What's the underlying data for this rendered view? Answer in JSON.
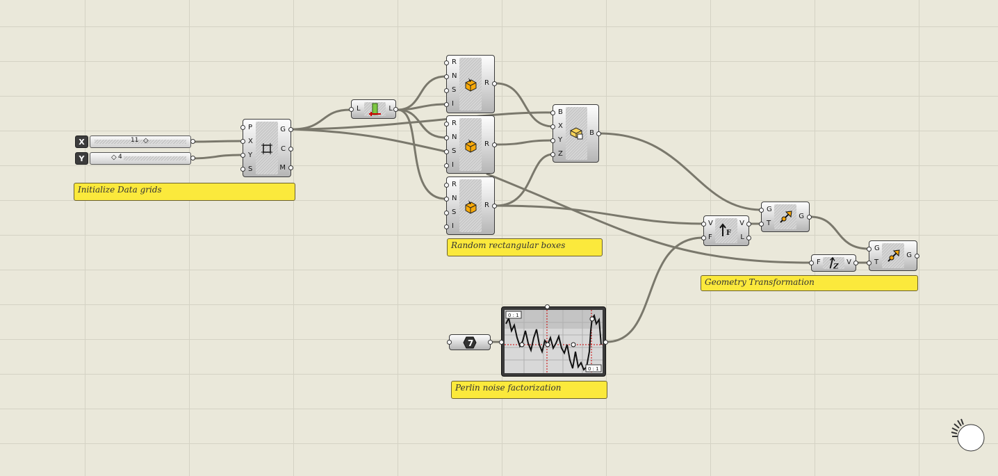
{
  "sliders": [
    {
      "tag": "X",
      "value": "11"
    },
    {
      "tag": "Y",
      "value": "4"
    }
  ],
  "grid_component": {
    "inputs": [
      "P",
      "X",
      "Y",
      "S"
    ],
    "outputs": [
      "G",
      "C",
      "M"
    ]
  },
  "list_length_component": {
    "input": "L",
    "output": "L"
  },
  "random_components": [
    {
      "inputs": [
        "R",
        "N",
        "S",
        "I"
      ],
      "output": "R"
    },
    {
      "inputs": [
        "R",
        "N",
        "S",
        "I"
      ],
      "output": "R"
    },
    {
      "inputs": [
        "R",
        "N",
        "S",
        "I"
      ],
      "output": "R"
    }
  ],
  "box_component": {
    "inputs": [
      "B",
      "X",
      "Y",
      "Z"
    ],
    "output": "B"
  },
  "factor_component": {
    "inputs": [
      "V",
      "F"
    ],
    "outputs": [
      "V",
      "L"
    ]
  },
  "z_vector_component": {
    "input": "F",
    "output": "V"
  },
  "move_components": [
    {
      "inputs": [
        "G",
        "T"
      ],
      "output": "G"
    },
    {
      "inputs": [
        "G",
        "T"
      ],
      "output": "G"
    }
  ],
  "graph_mapper": {
    "domain_top": "0 : 1",
    "domain_bottom": "0 : 1"
  },
  "groups": {
    "init": "Initialize Data grids",
    "random": "Random rectangular boxes",
    "transform": "Geometry Transformation",
    "perlin": "Perlin noise factorization"
  },
  "colors": {
    "canvas": "#eae8da",
    "group": "#fbe93c",
    "wire": "#7a786c"
  }
}
